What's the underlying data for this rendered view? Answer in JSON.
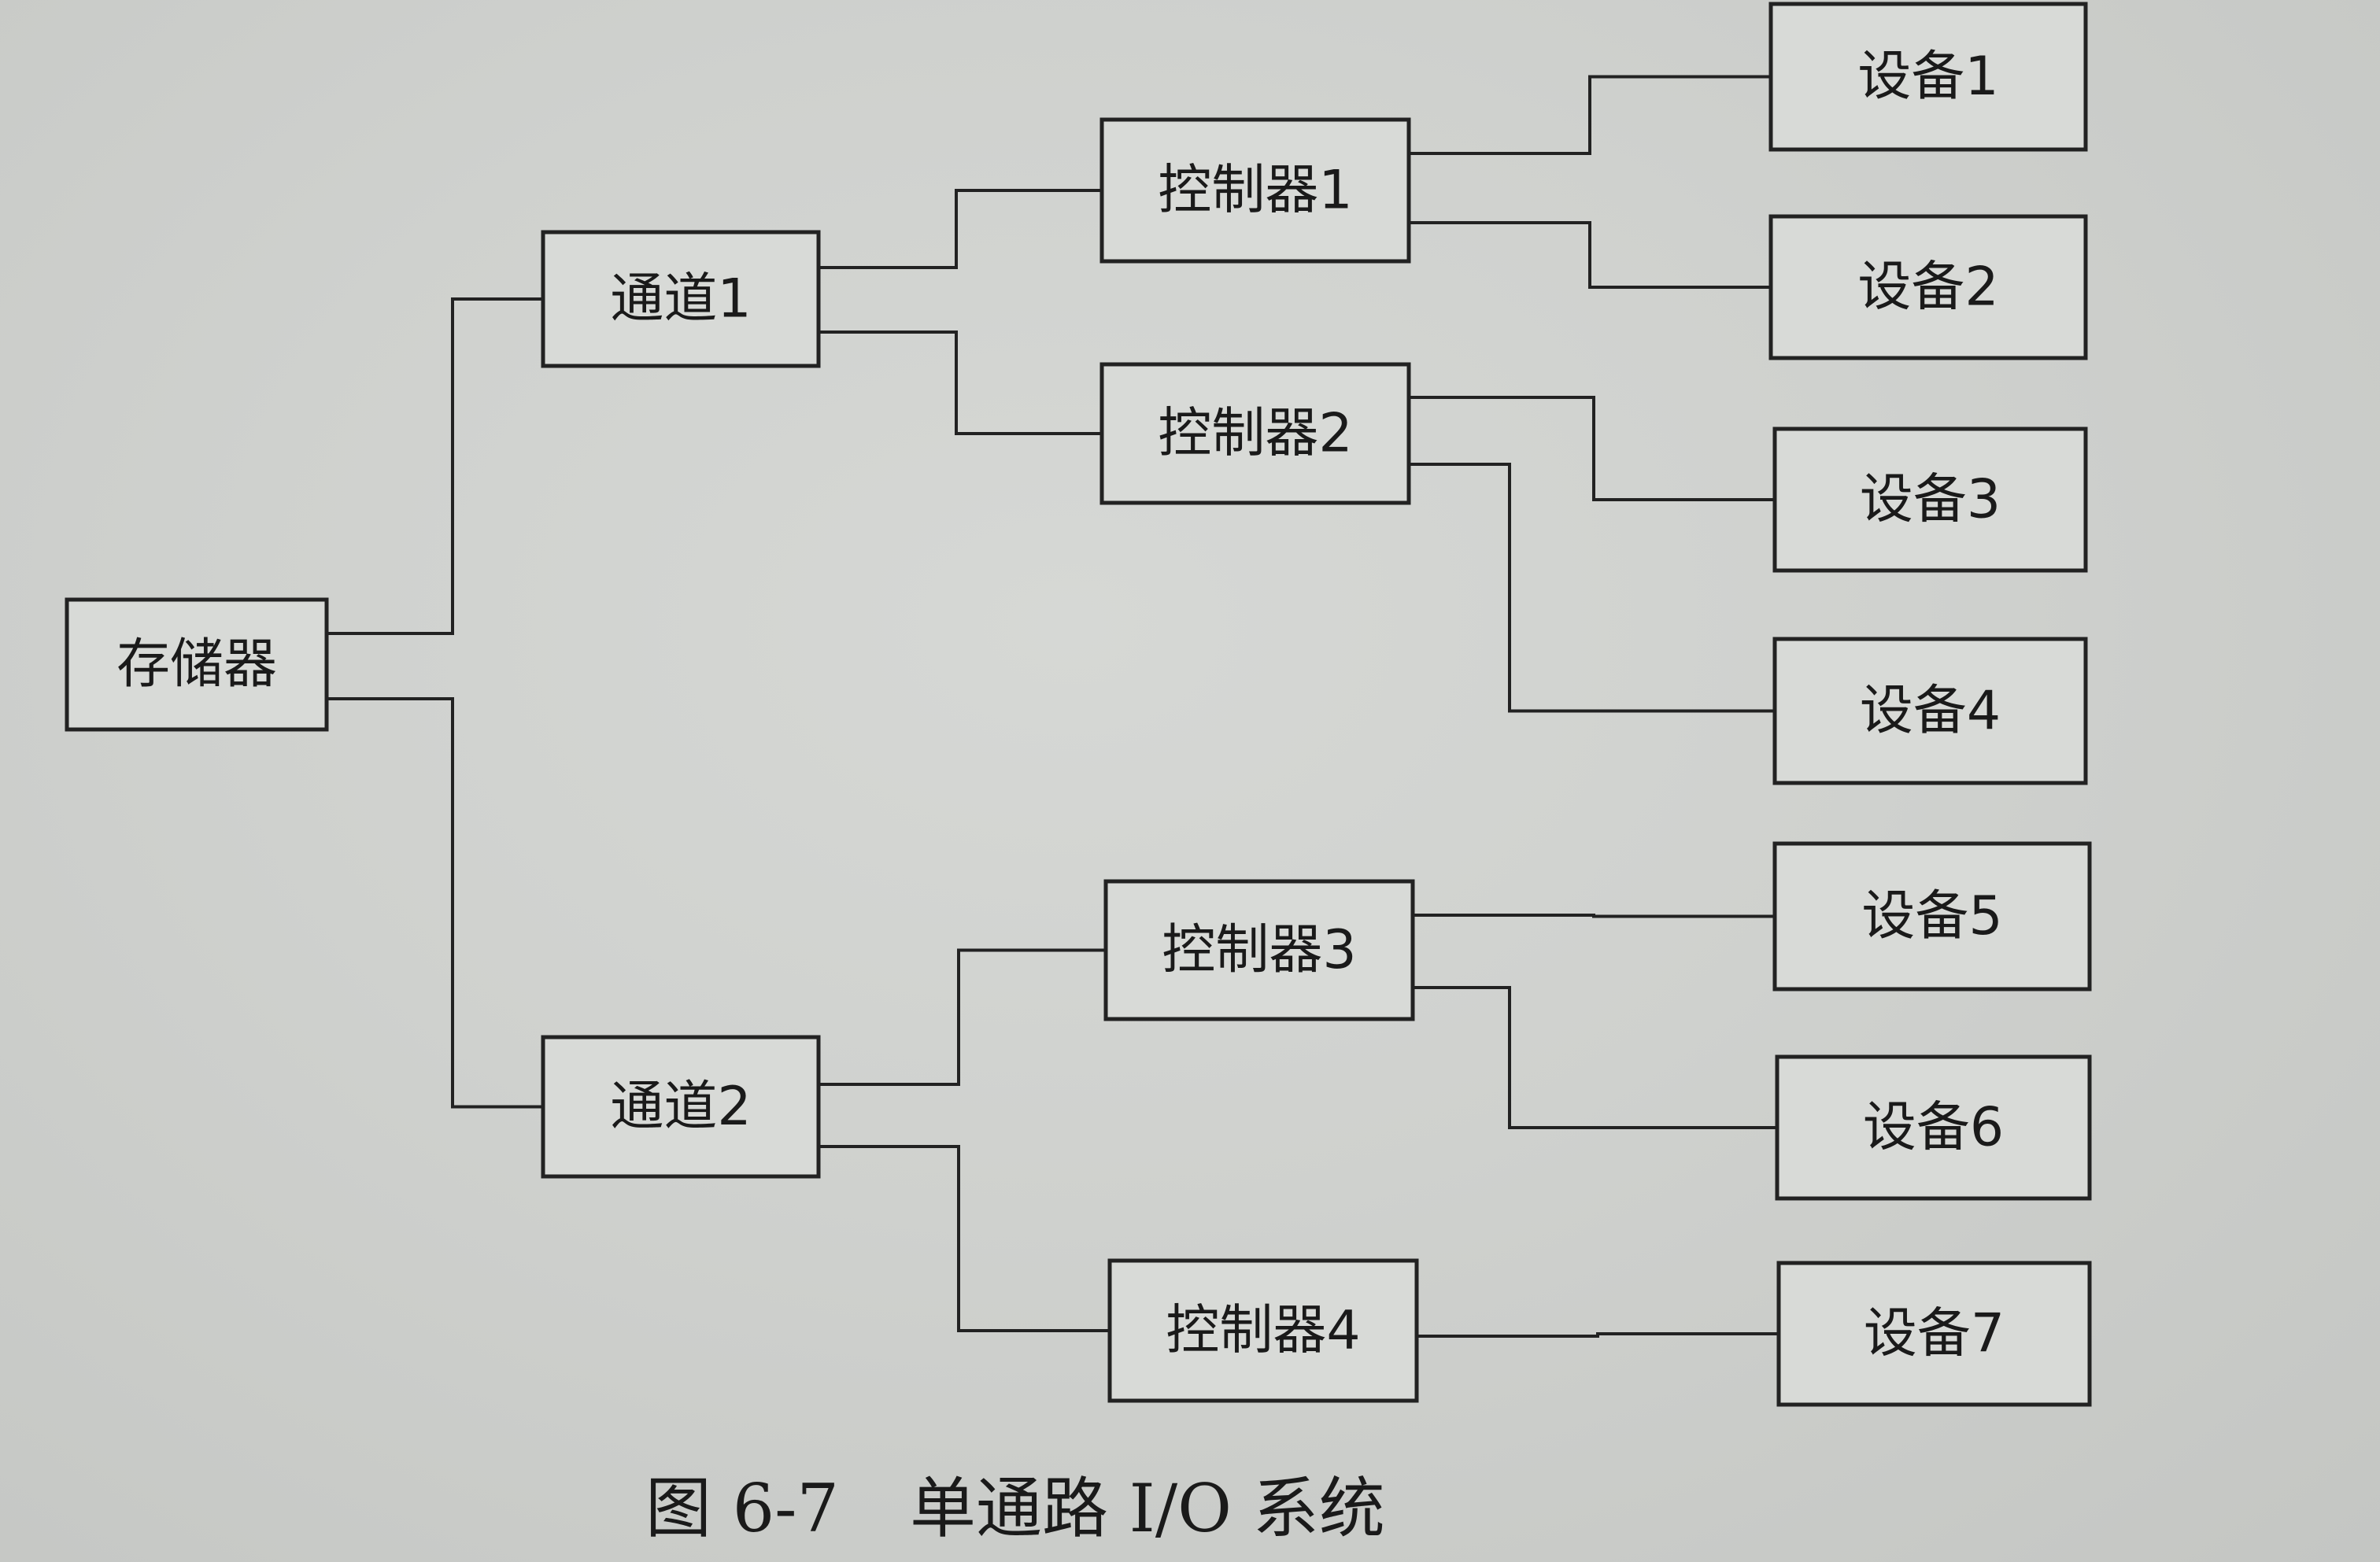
{
  "caption": {
    "figure": "图 6-7",
    "title": "单通路 I/O 系统"
  },
  "nodes": [
    {
      "id": "memory",
      "label": "存储器"
    },
    {
      "id": "channel1",
      "label": "通道1"
    },
    {
      "id": "channel2",
      "label": "通道2"
    },
    {
      "id": "ctrl1",
      "label": "控制器1"
    },
    {
      "id": "ctrl2",
      "label": "控制器2"
    },
    {
      "id": "ctrl3",
      "label": "控制器3"
    },
    {
      "id": "ctrl4",
      "label": "控制器4"
    },
    {
      "id": "dev1",
      "label": "设备1"
    },
    {
      "id": "dev2",
      "label": "设备2"
    },
    {
      "id": "dev3",
      "label": "设备3"
    },
    {
      "id": "dev4",
      "label": "设备4"
    },
    {
      "id": "dev5",
      "label": "设备5"
    },
    {
      "id": "dev6",
      "label": "设备6"
    },
    {
      "id": "dev7",
      "label": "设备7"
    }
  ],
  "edges": [
    [
      "memory",
      "channel1"
    ],
    [
      "memory",
      "channel2"
    ],
    [
      "channel1",
      "ctrl1"
    ],
    [
      "channel1",
      "ctrl2"
    ],
    [
      "channel2",
      "ctrl3"
    ],
    [
      "channel2",
      "ctrl4"
    ],
    [
      "ctrl1",
      "dev1"
    ],
    [
      "ctrl1",
      "dev2"
    ],
    [
      "ctrl2",
      "dev3"
    ],
    [
      "ctrl2",
      "dev4"
    ],
    [
      "ctrl3",
      "dev5"
    ],
    [
      "ctrl3",
      "dev6"
    ],
    [
      "ctrl4",
      "dev7"
    ]
  ]
}
